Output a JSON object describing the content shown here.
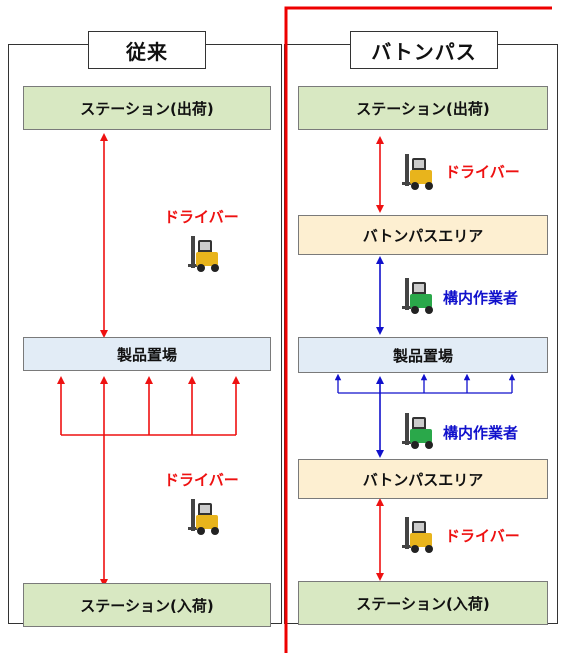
{
  "left": {
    "title": "従来",
    "station_out": "ステーション(出荷)",
    "storage": "製品置場",
    "station_in": "ステーション(入荷)",
    "driver_top": "ドライバー",
    "driver_bottom": "ドライバー"
  },
  "right": {
    "title": "バトンパス",
    "station_out": "ステーション(出荷)",
    "baton_area_top": "バトンパスエリア",
    "storage": "製品置場",
    "baton_area_bottom": "バトンパスエリア",
    "station_in": "ステーション(入荷)",
    "driver_top": "ドライバー",
    "worker_top": "構内作業者",
    "worker_bottom": "構内作業者",
    "driver_bottom": "ドライバー"
  },
  "icons": {
    "forklift": "forklift-icon"
  },
  "colors": {
    "red_arrow": "#ee1111",
    "blue_arrow": "#1111cc",
    "divider": "#ee0000",
    "station_fill": "#d8e8c2",
    "storage_fill": "#e2ecf6",
    "baton_fill": "#fdefd1"
  }
}
